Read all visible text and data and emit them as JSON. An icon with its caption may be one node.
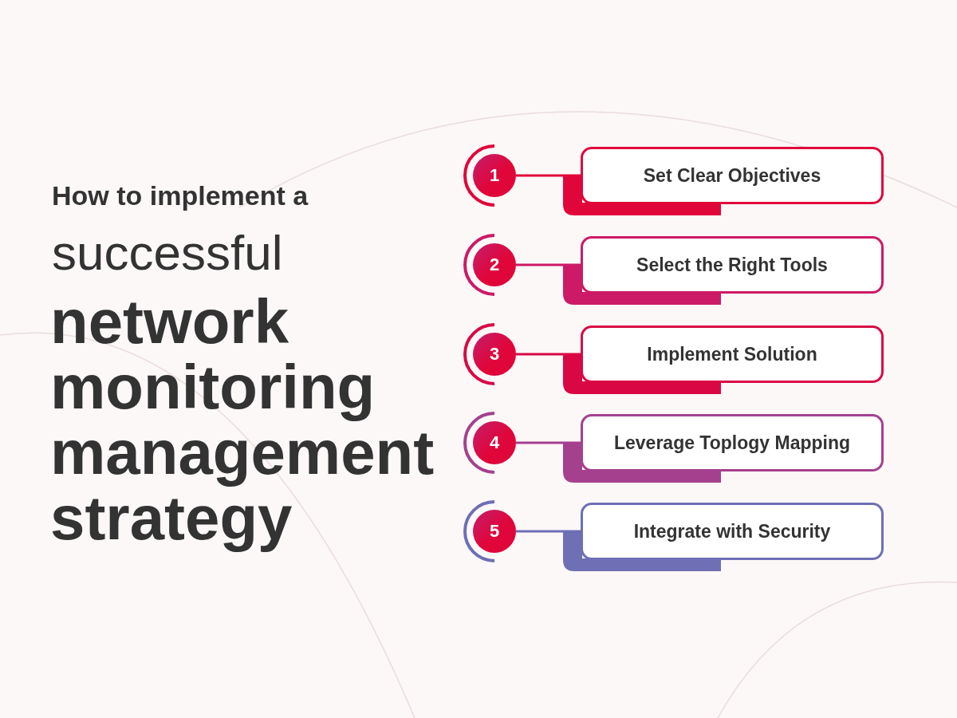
{
  "diagram": {
    "nodes": [
      {
        "text": [
          "1"
        ]
      },
      {
        "text": [
          "Set Clear Objectives"
        ]
      },
      {
        "text": [
          "2"
        ]
      },
      {
        "text": [
          "Select the Right Tools"
        ]
      },
      {
        "text": [
          "3"
        ]
      },
      {
        "text": [
          "Implement Solution"
        ]
      },
      {
        "text": [
          "4"
        ]
      },
      {
        "text": [
          "Leverage Toplogy Mapping"
        ]
      },
      {
        "text": [
          "5"
        ]
      },
      {
        "text": [
          "Integrate with Security"
        ]
      }
    ],
    "edges": [
      {
        "from": 0,
        "to": 1,
        "arrow": "none",
        "color": "#e0063a"
      },
      {
        "from": 2,
        "to": 3,
        "arrow": "none",
        "color": "#cc1a66"
      },
      {
        "from": 4,
        "to": 5,
        "arrow": "none",
        "color": "#d90845"
      },
      {
        "from": 6,
        "to": 7,
        "arrow": "none",
        "color": "#a5408f"
      },
      {
        "from": 8,
        "to": 9,
        "arrow": "none",
        "color": "#6e6fb5"
      }
    ],
    "labels": [
      "How to implement a",
      "successful",
      "network monitoring management strategy"
    ]
  }
}
